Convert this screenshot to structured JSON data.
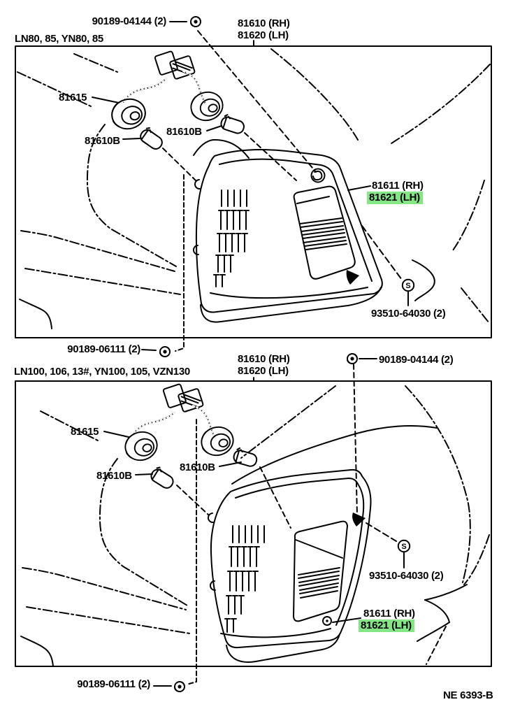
{
  "theme": {
    "background": "#ffffff",
    "ink": "#000000",
    "highlight": "#84e684"
  },
  "header": {
    "nut_part": "90189-04144 (2)",
    "lamp_rh": "81610 (RH)",
    "lamp_lh": "81620 (LH)"
  },
  "section1": {
    "models": "LN80, 85, YN80, 85",
    "harness": "81615",
    "bulb_right": "81610B",
    "bulb_left": "81610B",
    "lens_rh": "81611 (RH)",
    "lens_lh": "81621 (LH)",
    "screw_part": "93510-64030 (2)",
    "nut_part": "90189-06111 (2)"
  },
  "divider": {
    "lamp_rh": "81610 (RH)",
    "lamp_lh": "81620 (LH)",
    "nut_part": "90189-04144 (2)"
  },
  "section2": {
    "models": "LN100, 106, 13#, YN100, 105, VZN130",
    "harness": "81615",
    "bulb_right": "81610B",
    "bulb_left": "81610B",
    "screw_part": "93510-64030 (2)",
    "lens_rh": "81611 (RH)",
    "lens_lh": "81621 (LH)",
    "nut_part": "90189-06111 (2)"
  },
  "footer": {
    "figure_code": "NE 6393-B"
  },
  "icons": {
    "screw_glyph": "S"
  }
}
